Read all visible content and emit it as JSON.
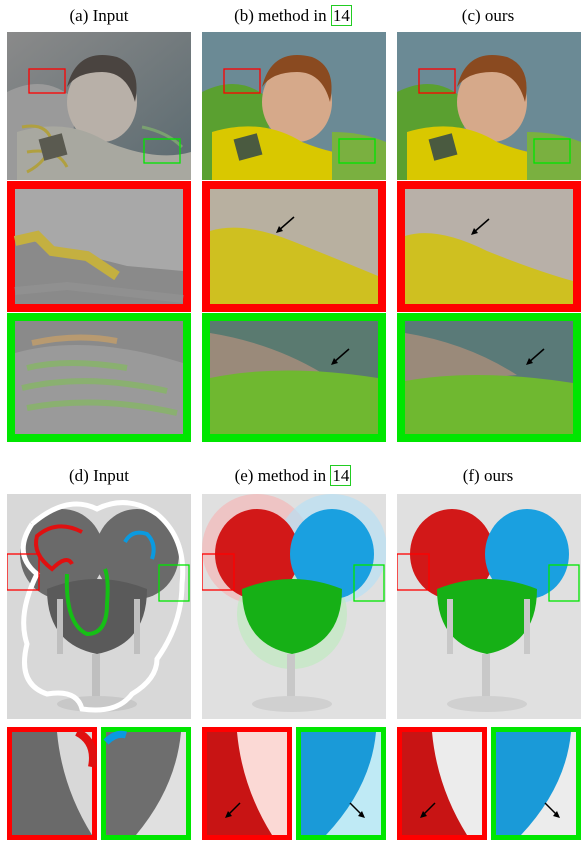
{
  "captions": {
    "a": "(a)  Input",
    "b_prefix": "(b)  method in ",
    "c": "(c)  ours",
    "d": "(d)  Input",
    "e_prefix": "(e)  method in ",
    "f": "(f)  ours",
    "citation": "14"
  },
  "colors": {
    "red_box": "#ff0000",
    "green_box": "#00e600",
    "citation_box": "#22cc22",
    "glass_red": "#e01010",
    "glass_blue": "#0a9ae0",
    "glass_green": "#15c015",
    "child_shirt": "#d9c800",
    "scribble_white": "#ffffff"
  }
}
